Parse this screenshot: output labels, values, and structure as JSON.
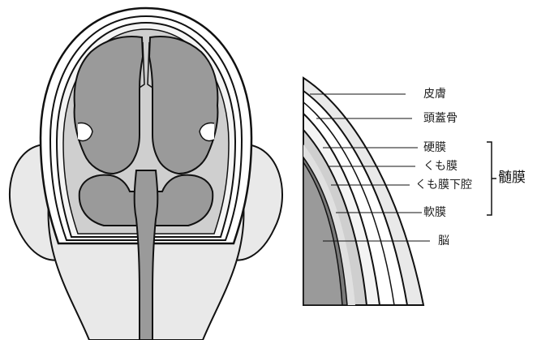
{
  "labels": {
    "skin": "皮膚",
    "skull": "頭蓋骨",
    "dura_mater": "硬膜",
    "arachnoid": "くも膜",
    "subarachnoid_space": "くも膜下腔",
    "pia_mater": "軟膜",
    "brain": "脳",
    "meninges": "髄膜"
  },
  "colors": {
    "outline": "#111111",
    "skin": "#e9e9e9",
    "layer_light": "#f4f4f4",
    "brain": "#9a9a9a",
    "csf": "#cfcfcf",
    "pia": "#7a7a7a"
  }
}
